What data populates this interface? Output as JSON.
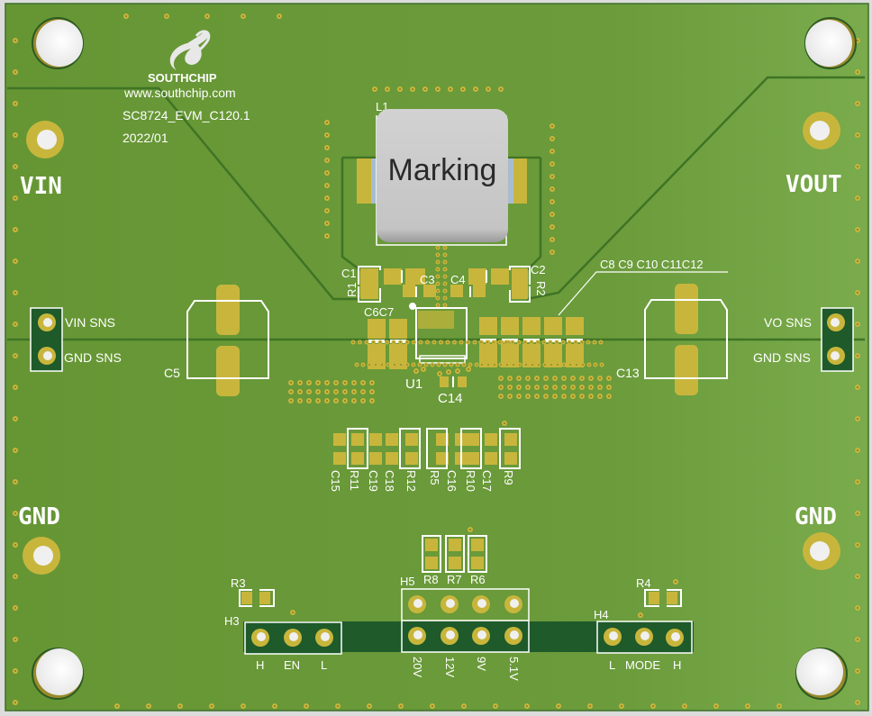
{
  "board": {
    "brand": "SOUTHCHIP",
    "website": "www.southchip.com",
    "model": "SC8724_EVM_C120.1",
    "date": "2022/01",
    "colors": {
      "soldermask": "#6a9a3a",
      "soldermask_light": "#76a446",
      "copper_trace": "#3f7425",
      "pad": "#c8b63c",
      "dark_copper": "#1e5a2a",
      "silkscreen": "#ffffff",
      "inductor": "#c9c9c9"
    }
  },
  "terminals": {
    "vin": "VIN",
    "vout": "VOUT",
    "gnd_left": "GND",
    "gnd_right": "GND"
  },
  "sense_headers": {
    "vin_sns": "VIN SNS",
    "gnd_sns_left": "GND SNS",
    "vo_sns": "VO SNS",
    "gnd_sns_right": "GND SNS"
  },
  "components": {
    "inductor_ref": "L1",
    "inductor_marking": "Marking",
    "c1": "C1",
    "c2": "C2",
    "c3": "C3",
    "c4": "C4",
    "c5": "C5",
    "c6c7": "C6C7",
    "c13": "C13",
    "c14": "C14",
    "r1": "R1",
    "r2": "R2",
    "u1": "U1",
    "output_caps": "C8 C9 C10 C11C12",
    "bottom_row": [
      "C15",
      "R11",
      "C19",
      "C18",
      "R12",
      "R5",
      "C16",
      "R10",
      "C17",
      "R9"
    ],
    "r3": "R3",
    "r4": "R4",
    "r8": "R8",
    "r7": "R7",
    "r6": "R6"
  },
  "jumpers": {
    "h3": {
      "ref": "H3",
      "labels": [
        "H",
        "EN",
        "L"
      ]
    },
    "h5": {
      "ref": "H5",
      "labels": [
        "20V",
        "12V",
        "9V",
        "5.1V"
      ]
    },
    "h4": {
      "ref": "H4",
      "labels": [
        "L",
        "MODE",
        "H"
      ]
    }
  }
}
